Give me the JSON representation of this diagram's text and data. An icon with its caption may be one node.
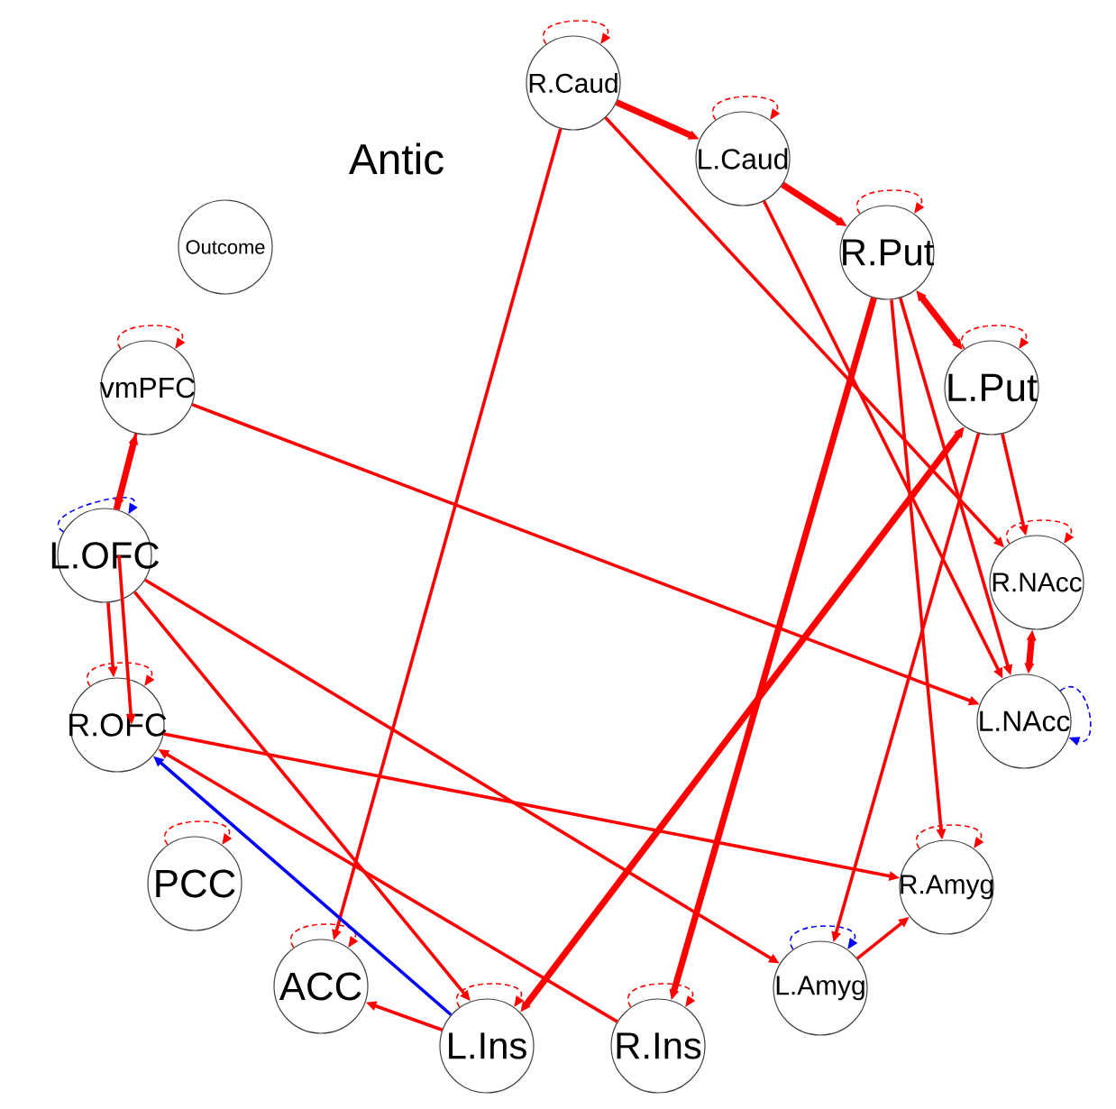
{
  "diagram": {
    "nodes": [
      {
        "text": [
          "Outcome"
        ]
      },
      {
        "text": [
          "R.Caud"
        ]
      },
      {
        "text": [
          "L.Caud"
        ]
      },
      {
        "text": [
          "R.Put"
        ]
      },
      {
        "text": [
          "L.Put"
        ]
      },
      {
        "text": [
          "R.NAcc"
        ]
      },
      {
        "text": [
          "L.NAcc"
        ]
      },
      {
        "text": [
          "R.Amyg"
        ]
      },
      {
        "text": [
          "L.Amyg"
        ]
      },
      {
        "text": [
          "R.Ins"
        ]
      },
      {
        "text": [
          "L.Ins"
        ]
      },
      {
        "text": [
          "ACC"
        ]
      },
      {
        "text": [
          "PCC"
        ]
      },
      {
        "text": [
          "R.OFC"
        ]
      },
      {
        "text": [
          "L.OFC"
        ]
      },
      {
        "text": [
          "vmPFC"
        ]
      }
    ],
    "edges": [
      {
        "from": 1,
        "to": 1,
        "arrow": "to",
        "style": "dashed"
      },
      {
        "from": 2,
        "to": 2,
        "arrow": "to",
        "style": "dashed"
      },
      {
        "from": 3,
        "to": 3,
        "arrow": "to",
        "style": "dashed"
      },
      {
        "from": 4,
        "to": 4,
        "arrow": "to",
        "style": "dashed"
      },
      {
        "from": 5,
        "to": 5,
        "arrow": "to",
        "style": "dashed"
      },
      {
        "from": 6,
        "to": 6,
        "arrow": "to",
        "style": "dashed",
        "color": "#0000ff"
      },
      {
        "from": 7,
        "to": 7,
        "arrow": "to",
        "style": "dashed"
      },
      {
        "from": 8,
        "to": 8,
        "arrow": "to",
        "style": "dashed",
        "color": "#0000ff"
      },
      {
        "from": 9,
        "to": 9,
        "arrow": "to",
        "style": "dashed"
      },
      {
        "from": 10,
        "to": 10,
        "arrow": "to",
        "style": "dashed"
      },
      {
        "from": 11,
        "to": 11,
        "arrow": "to",
        "style": "dashed"
      },
      {
        "from": 12,
        "to": 12,
        "arrow": "to",
        "style": "dashed"
      },
      {
        "from": 13,
        "to": 13,
        "arrow": "to",
        "style": "dashed"
      },
      {
        "from": 14,
        "to": 14,
        "arrow": "to",
        "style": "dashed",
        "color": "#0000ff"
      },
      {
        "from": 15,
        "to": 15,
        "arrow": "to",
        "style": "dashed"
      },
      {
        "from": 1,
        "to": 2,
        "arrow": "to",
        "style": "thick"
      },
      {
        "from": 2,
        "to": 3,
        "arrow": "to",
        "style": "thick"
      },
      {
        "from": 1,
        "to": 11,
        "arrow": "to"
      },
      {
        "from": 1,
        "to": 5,
        "arrow": "to"
      },
      {
        "from": 2,
        "to": 6,
        "arrow": "to"
      },
      {
        "from": 3,
        "to": 4,
        "arrow": "both",
        "style": "thick"
      },
      {
        "from": 3,
        "to": 9,
        "arrow": "to",
        "style": "thick"
      },
      {
        "from": 3,
        "to": 7,
        "arrow": "to"
      },
      {
        "from": 3,
        "to": 6,
        "arrow": "to"
      },
      {
        "from": 10,
        "to": 4,
        "arrow": "both",
        "style": "thick"
      },
      {
        "from": 4,
        "to": 5,
        "arrow": "to"
      },
      {
        "from": 4,
        "to": 8,
        "arrow": "to"
      },
      {
        "from": 6,
        "to": 5,
        "arrow": "both",
        "style": "thick"
      },
      {
        "from": 15,
        "to": 6,
        "arrow": "to"
      },
      {
        "from": 14,
        "to": 15,
        "arrow": "to",
        "style": "thick"
      },
      {
        "from": 15,
        "to": 14,
        "arrow": "to"
      },
      {
        "from": 14,
        "to": 13,
        "arrow": "to"
      },
      {
        "from": 14,
        "to": 13,
        "arrow": "to"
      },
      {
        "from": 14,
        "to": 10,
        "arrow": "to"
      },
      {
        "from": 14,
        "to": 8,
        "arrow": "to"
      },
      {
        "from": 13,
        "to": 7,
        "arrow": "to"
      },
      {
        "from": 9,
        "to": 13,
        "arrow": "to"
      },
      {
        "from": 10,
        "to": 13,
        "arrow": "to",
        "color": "#0000ff"
      },
      {
        "from": 10,
        "to": 11,
        "arrow": "to"
      },
      {
        "from": 8,
        "to": 7,
        "arrow": "to"
      }
    ],
    "labels": [
      "Antic"
    ]
  }
}
